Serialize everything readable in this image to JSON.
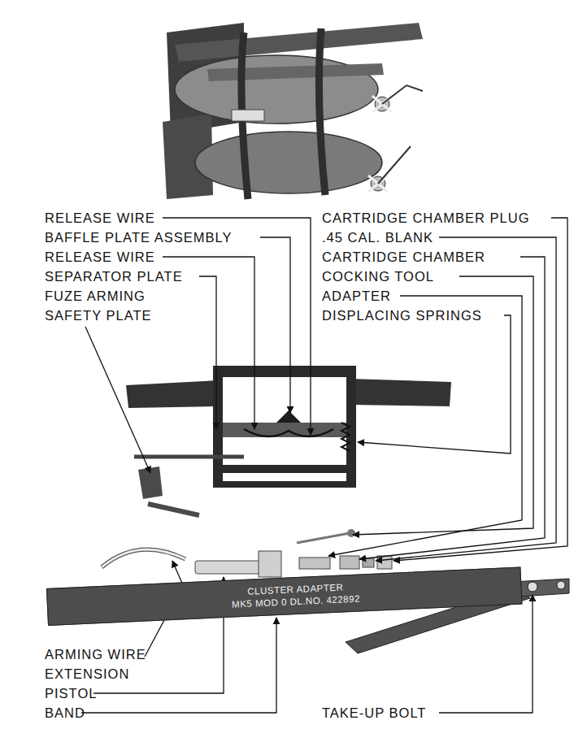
{
  "diagram": {
    "nodes": [
      {
        "text": [
          "CLUSTER ADAPTER",
          "MK5 MOD 0 DL.NO. 422892"
        ]
      }
    ],
    "labels": [
      "RELEASE WIRE",
      "BAFFLE PLATE ASSEMBLY",
      "RELEASE WIRE",
      "SEPARATOR PLATE",
      "FUZE ARMING SAFETY PLATE",
      "CARTRIDGE CHAMBER PLUG",
      ".45 CAL. BLANK",
      "CARTRIDGE CHAMBER",
      "COCKING TOOL",
      "ADAPTER",
      "DISPLACING SPRINGS",
      "ARMING WIRE EXTENSION",
      "PISTOL",
      "BAND",
      "TAKE-UP BOLT"
    ]
  }
}
